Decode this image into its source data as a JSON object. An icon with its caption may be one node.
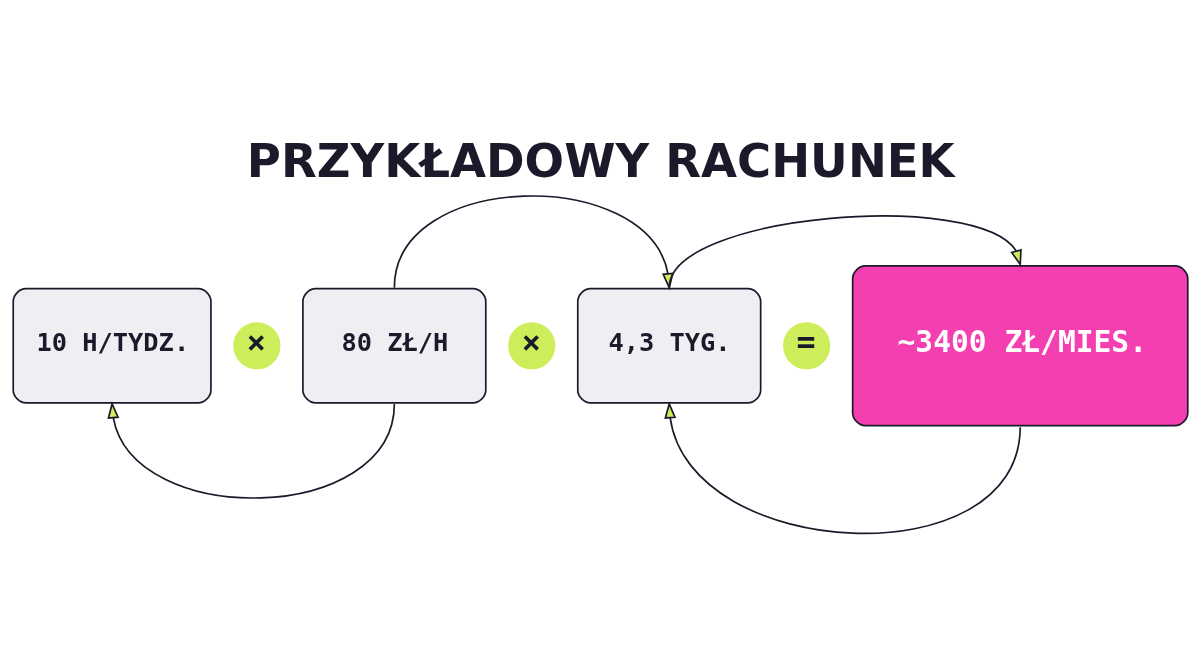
{
  "diagram": {
    "title": "PRZYKŁADOWY RACHUNEK",
    "nodes": [
      {
        "text": [
          "10 H/TYDZ."
        ]
      },
      {
        "text": [
          "×"
        ]
      },
      {
        "text": [
          "80 ZŁ/H"
        ]
      },
      {
        "text": [
          "×"
        ]
      },
      {
        "text": [
          "4,3 TYG."
        ]
      },
      {
        "text": [
          "="
        ]
      },
      {
        "text": [
          "~3400 ZŁ/MIES."
        ]
      }
    ],
    "edges": [
      {
        "from": 2,
        "to": 0,
        "arrow": "to"
      },
      {
        "from": 2,
        "to": 4,
        "arrow": "to"
      },
      {
        "from": 4,
        "to": 6,
        "arrow": "to"
      },
      {
        "from": 6,
        "to": 4,
        "arrow": "to"
      }
    ]
  }
}
